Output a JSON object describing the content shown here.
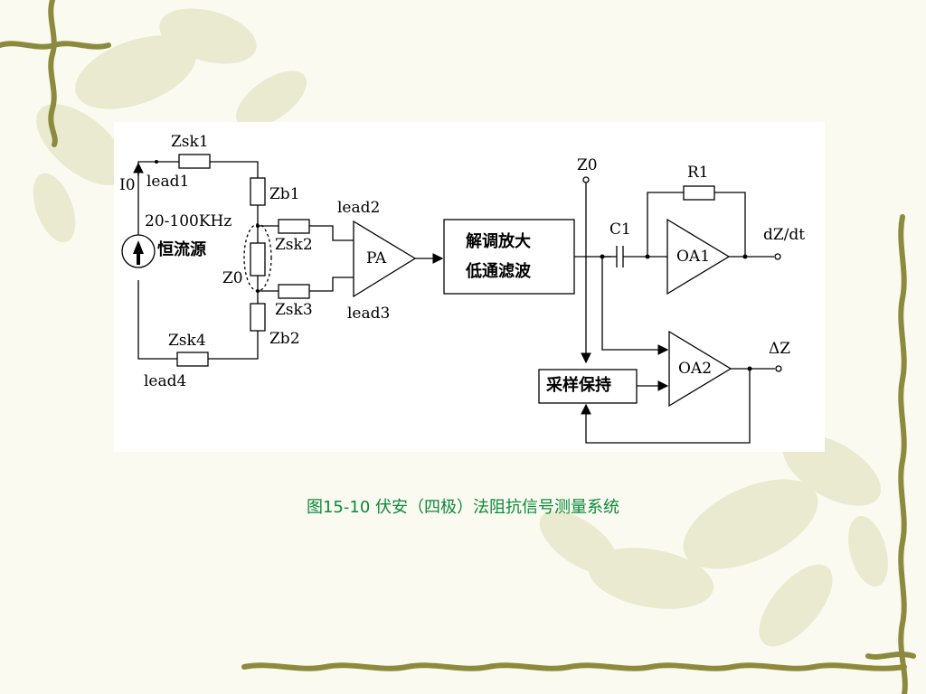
{
  "diagram": {
    "labels": {
      "zsk1": "Zsk1",
      "lead1": "lead1",
      "i0": "I0",
      "zb1": "Zb1",
      "freq": "20-100KHz",
      "source": "恒流源",
      "zsk2": "Zsk2",
      "z0_left": "Z0",
      "lead2": "lead2",
      "pa": "PA",
      "zsk3": "Zsk3",
      "lead3": "lead3",
      "zb2": "Zb2",
      "zsk4": "Zsk4",
      "lead4": "lead4",
      "demod_line1": "解调放大",
      "demod_line2": "低通滤波",
      "z0_right": "Z0",
      "c1": "C1",
      "r1": "R1",
      "oa1": "OA1",
      "out1": "dZ/dt",
      "oa2": "OA2",
      "out2": "ΔZ",
      "sample_hold": "采样保持"
    }
  },
  "caption": "图15-10  伏安（四极）法阻抗信号测量系统",
  "colors": {
    "caption": "#0a8a3a",
    "vine": "#8c8a3c",
    "leaf": "#d9dcb4"
  }
}
